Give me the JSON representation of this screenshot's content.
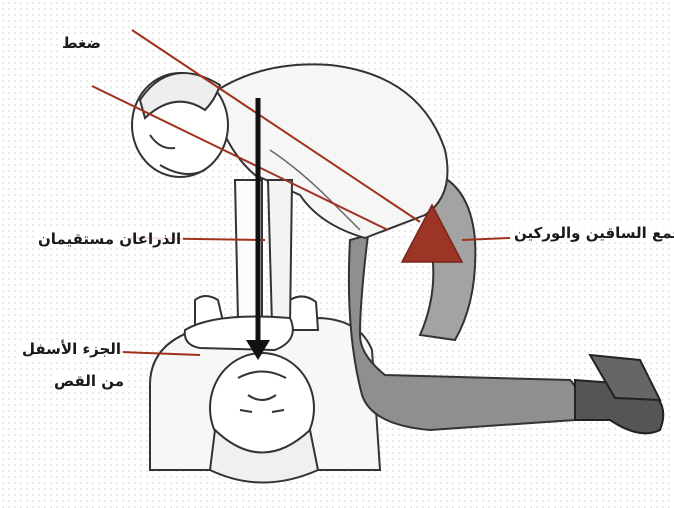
{
  "labels": {
    "pressure": "ضغط",
    "arms_straight": "الذراعان مستقيمان",
    "lower_sternum_line1": "الجزء الأسفل",
    "lower_sternum_line2": "من القص",
    "alignment": "جمع الساقين والوركين"
  },
  "colors": {
    "accent_red": "#a0321e",
    "triangle_fill": "#9c3526",
    "pants_gray": "#8f8f8f",
    "arrow_black": "#111111"
  },
  "icons": [
    "downward-arrow",
    "red-triangle"
  ]
}
